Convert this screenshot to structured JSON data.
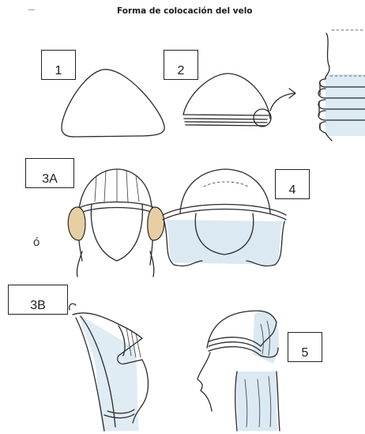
{
  "title": "Forma de colocación del velo",
  "labels": {
    "step1": "1",
    "step2": "2",
    "step3a": "3A",
    "step3b": "3B",
    "step4": "4",
    "step5": "5"
  },
  "alt_text": "ó",
  "colors": {
    "ink": "#2a2a2a",
    "veil_blue": "#cfe2ee",
    "ear_tan": "#e7cfa3",
    "band_pink": "#ecc6c1"
  }
}
